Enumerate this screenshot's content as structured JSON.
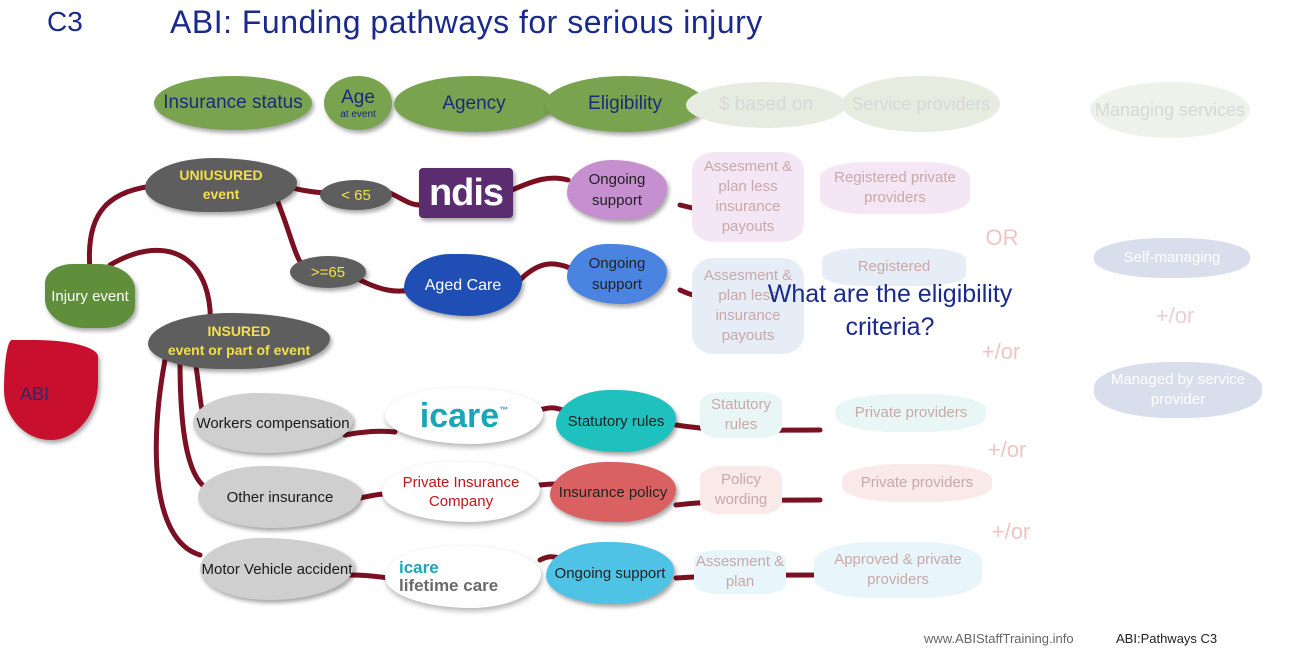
{
  "slide_id": "C3",
  "title": "ABI: Funding pathways for serious injury",
  "headers": {
    "insurance_status": "Insurance status",
    "age": "Age",
    "age_sub": "at event",
    "agency": "Agency",
    "eligibility": "Eligibility",
    "based_on": "$ based on",
    "service_providers": "Service providers",
    "managing_services": "Managing services"
  },
  "nodes": {
    "abi": "ABI",
    "injury_event": "Injury event",
    "uninsured_line1": "UNIUSURED",
    "uninsured_line2": "event",
    "insured_line1": "INSURED",
    "insured_line2": "event or part of event",
    "age_under": "< 65",
    "age_over": ">=65",
    "workers_comp": "Workers compensation",
    "other_insurance": "Other insurance",
    "motor_vehicle": "Motor Vehicle accident"
  },
  "agencies": {
    "ndis": "ndis",
    "aged_care": "Aged Care",
    "icare": "icare",
    "icare_tm": "™",
    "private_insurance": "Private Insurance Company",
    "icare_lt_top": "icare",
    "icare_lt_bottom": "lifetime care"
  },
  "eligibility": {
    "ndis": "Ongoing support",
    "aged_care": "Ongoing support",
    "workers": "Statutory rules",
    "other": "Insurance policy",
    "motor": "Ongoing support"
  },
  "funding_basis": {
    "ndis": "Assesment & plan less insurance payouts",
    "aged_care": "Assesment & plan less insurance payouts",
    "workers": "Statutory rules",
    "other": "Policy wording",
    "motor": "Assesment & plan"
  },
  "providers": {
    "ndis": "Registered private providers",
    "aged_care": "Registered",
    "workers": "Private providers",
    "other": "Private providers",
    "motor": "Approved & private providers"
  },
  "connectors": {
    "or": "OR",
    "and_or_1": "+/or",
    "and_or_2": "+/or",
    "and_or_3": "+/or",
    "and_or_4": "+/or"
  },
  "managing": {
    "self": "Self-managing",
    "provider": "Managed by service provider"
  },
  "question": "What are the eligibility criteria?",
  "footer": {
    "site": "www.ABIStaffTraining.info",
    "ref": "ABI:Pathways C3"
  },
  "colors": {
    "title": "#1a2a8c",
    "header_green": "#7aa34f",
    "wire": "#7a1022",
    "abi_red": "#c8102e",
    "ndis_purple": "#5b2c6f",
    "aged_care_blue": "#1f4fb4",
    "eligibility_purple": "#c68fd0",
    "eligibility_blue": "#4b83e0",
    "eligibility_teal": "#1fc1bf",
    "eligibility_red": "#d96161",
    "eligibility_cyan": "#4fc3e6",
    "icare_teal": "#1aa6b7"
  }
}
